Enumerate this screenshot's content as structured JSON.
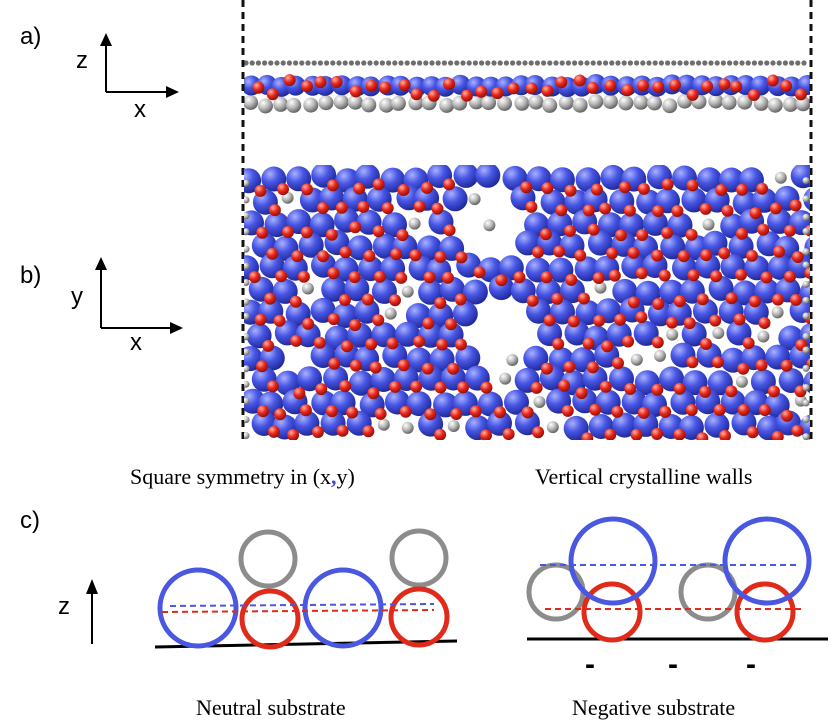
{
  "panels": {
    "a": {
      "label": "a)",
      "axis_vertical": "z",
      "axis_horizontal": "x"
    },
    "b": {
      "label": "b)",
      "axis_vertical": "y",
      "axis_horizontal": "x"
    },
    "c": {
      "label": "c)",
      "axis_vertical": "z"
    }
  },
  "captions": {
    "square_left": "Square symmetry in (x",
    "square_comma": ",",
    "square_right": "y)",
    "vertical_walls": "Vertical crystalline walls",
    "neutral": "Neutral substrate",
    "negative": "Negative substrate"
  },
  "charge_marks": [
    "-",
    "-",
    "-"
  ],
  "colors": {
    "large_ion": "#3c4ad6",
    "large_ion_stroke": "#4a57e0",
    "small_ion": "#e02a1a",
    "solvent": "#9a9a9a",
    "solvent_stroke": "#8c8c8c",
    "comma": "#3b4bd8"
  }
}
